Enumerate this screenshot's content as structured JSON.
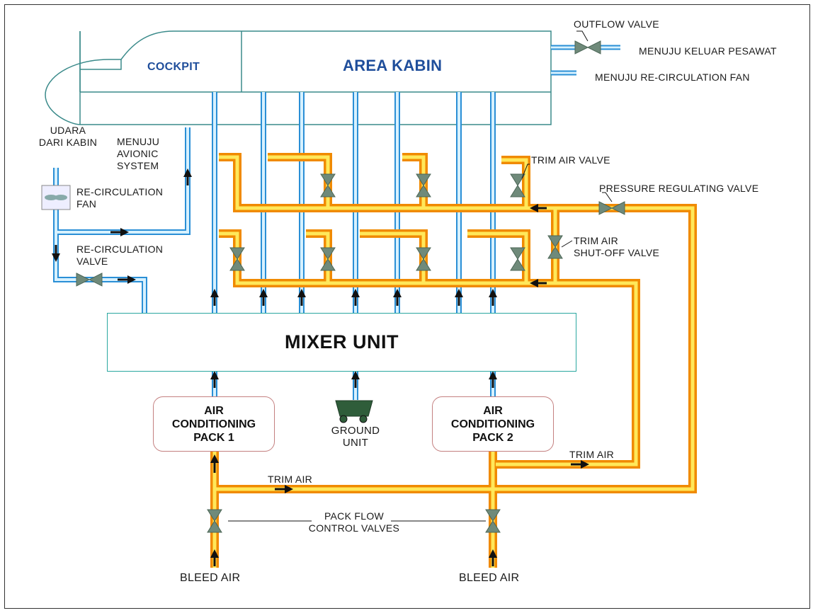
{
  "labels": {
    "cockpit": "COCKPIT",
    "area_kabin": "AREA KABIN",
    "outflow_valve": "OUTFLOW VALVE",
    "menuju_keluar": "MENUJU KELUAR PESAWAT",
    "menuju_recirc_fan": "MENUJU RE-CIRCULATION FAN",
    "udara_line1": "UDARA",
    "udara_line2": "DARI KABIN",
    "avionic_line1": "MENUJU",
    "avionic_line2": "AVIONIC",
    "avionic_line3": "SYSTEM",
    "recirc_fan_line1": "RE-CIRCULATION",
    "recirc_fan_line2": "FAN",
    "recirc_valve_line1": "RE-CIRCULATION",
    "recirc_valve_line2": "VALVE",
    "trim_air_valve": "TRIM AIR VALVE",
    "pressure_regulating_valve": "PRESSURE REGULATING VALVE",
    "trim_shutoff_line1": "TRIM AIR",
    "trim_shutoff_line2": "SHUT-OFF VALVE",
    "mixer_unit": "MIXER UNIT",
    "pack1": "AIR\nCONDITIONING\nPACK 1",
    "pack2": "AIR\nCONDITIONING\nPACK 2",
    "ground_line1": "GROUND",
    "ground_line2": "UNIT",
    "trim_air_left": "TRIM AIR",
    "trim_air_right": "TRIM AIR",
    "pack_flow_line1": "PACK FLOW",
    "pack_flow_line2": "CONTROL VALVES",
    "bleed_air_left": "BLEED AIR",
    "bleed_air_right": "BLEED AIR"
  },
  "colors": {
    "hot_air_outer": "#f08a00",
    "hot_air_inner": "#ffe85a",
    "cold_duct": "#2a8fd6",
    "cold_duct_inner": "#d7f1ff",
    "valve": "#6f8a7a",
    "label_blue": "#1f4e9b",
    "ground_unit": "#2f5d3a"
  }
}
